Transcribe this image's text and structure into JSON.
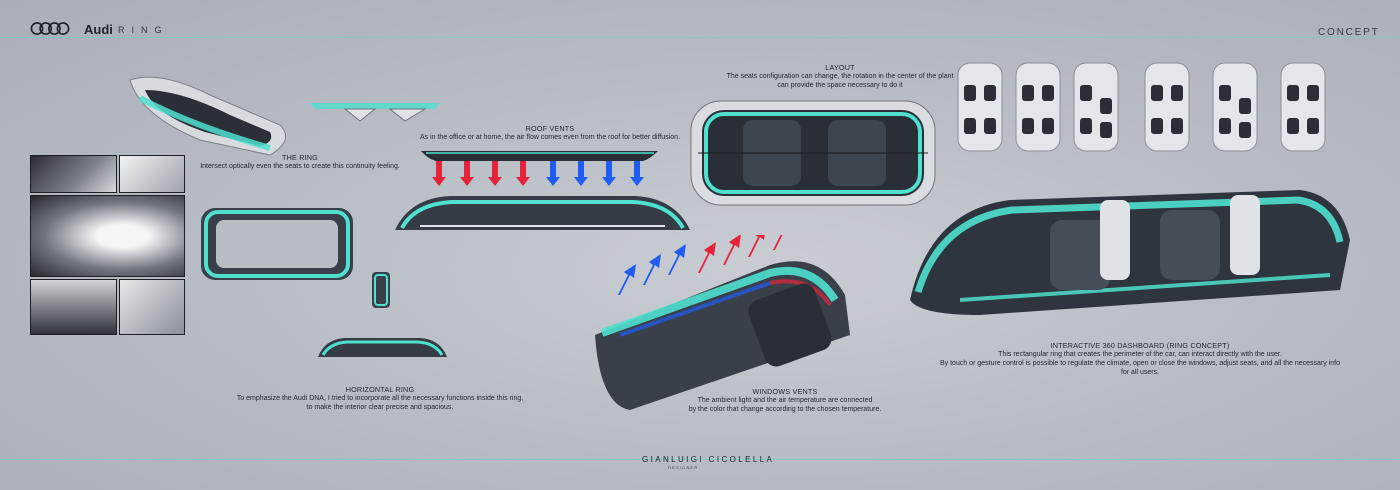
{
  "header": {
    "brand_name": "Audi",
    "brand_sub": "RING",
    "section_label": "CONCEPT"
  },
  "colors": {
    "accent_teal": "#4fe0cf",
    "vent_red": "#e5243b",
    "vent_blue": "#1f5cf2",
    "dark_body": "#2a2f37"
  },
  "captions": {
    "the_ring": {
      "title": "THE RING",
      "body": "Intersect optically even the seats to create this continuity feeling."
    },
    "roof_vents": {
      "title": "ROOF VENTS",
      "body": "As in the office or at home, the air flow comes even from the roof for better diffusion."
    },
    "layout": {
      "title": "LAYOUT",
      "line1": "The seats configuration can change, the rotation in the center of the plant",
      "line2": "can provide the space necessary to do it"
    },
    "horizontal_ring": {
      "title": "HORIZONTAL RING",
      "line1": "To emphasize the Audi DNA, I tried to incorporate all the necessary functions inside this ring,",
      "line2": "to make the interior clear precise and spacious."
    },
    "windows_vents": {
      "title": "WINDOWS VENTS",
      "line1": "The ambient light and the air temperature are connected",
      "line2": "by the color that change according to the chosen temperature."
    },
    "dashboard": {
      "title": "INTERACTIVE 360  DASHBOARD (RING CONCEPT)",
      "line1": "This rectangular ring that creates the perimeter of the car, can interact directly with the user.",
      "line2": "By touch or gesture control is possible to regulate the climate, open or close the windows, adjust seats, and all the necessary info for all users."
    }
  },
  "footer": {
    "signature": "GIANLUIGI CICOLELLA",
    "signature_sub": "DESIGNER"
  }
}
